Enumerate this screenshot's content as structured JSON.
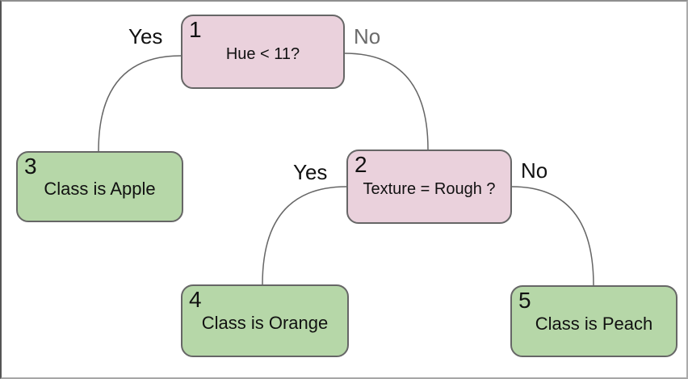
{
  "diagram": {
    "type": "decision-tree",
    "colors": {
      "decision_fill": "#ead1dc",
      "leaf_fill": "#b6d7a8",
      "node_border": "#666666",
      "edge": "#666666",
      "label_default": "#111111",
      "label_muted": "#6b6b6b"
    },
    "nodes": [
      {
        "id": "1",
        "label": "Hue < 11?",
        "type": "decision"
      },
      {
        "id": "2",
        "label": "Texture = Rough ?",
        "type": "decision"
      },
      {
        "id": "3",
        "label": "Class is Apple",
        "type": "leaf"
      },
      {
        "id": "4",
        "label": "Class is Orange",
        "type": "leaf"
      },
      {
        "id": "5",
        "label": "Class is Peach",
        "type": "leaf"
      }
    ],
    "edges": [
      {
        "from": "1",
        "to": "3",
        "label": "Yes"
      },
      {
        "from": "1",
        "to": "2",
        "label": "No"
      },
      {
        "from": "2",
        "to": "4",
        "label": "Yes"
      },
      {
        "from": "2",
        "to": "5",
        "label": "No"
      }
    ],
    "edge_labels": {
      "yes1": "Yes",
      "no1": "No",
      "yes2": "Yes",
      "no2": "No"
    }
  }
}
